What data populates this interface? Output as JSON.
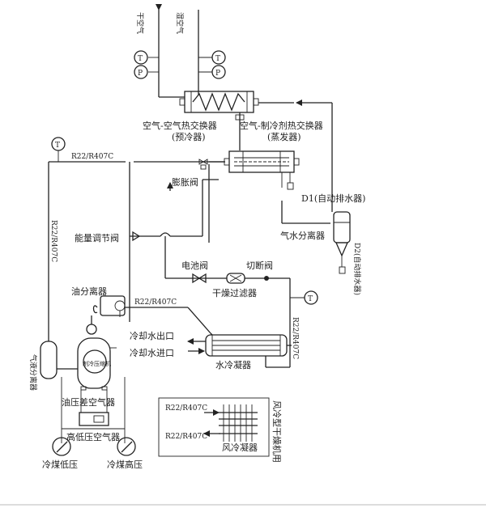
{
  "labels": {
    "dry_air": "干空气",
    "wet_air": "湿空气",
    "gauge_t": "T",
    "gauge_p": "P",
    "air_air_hx": "空气-空气热交换器",
    "precooler": "(预冷器)",
    "air_ref_hx": "空气-制冷剂热交换器",
    "evaporator": "(蒸发器)",
    "refrigerant": "R22/R407C",
    "expansion_valve": "膨胀阀",
    "d1": "D1(自动排水器)",
    "capacity_valve": "能量调节阀",
    "water_separator": "气水分离器",
    "d2": "D2(自动排水器)",
    "solenoid_valve": "电池阀",
    "shutoff_valve": "切断阀",
    "dry_filter": "干燥过滤器",
    "oil_separator": "油分离器",
    "cooling_water_out": "冷却水出口",
    "cooling_water_in": "冷却水进口",
    "water_condenser": "水冷凝器",
    "liquid_separator": "气液分离器",
    "compressor": "制冷压缩机",
    "oil_diff_switch": "油压差空气器",
    "hilo_switch": "高低压空气器",
    "low_pressure": "冷煤低压",
    "high_pressure": "冷煤高压",
    "air_condenser": "风冷凝器",
    "air_cooled_note": "风冷型干燥机用"
  }
}
